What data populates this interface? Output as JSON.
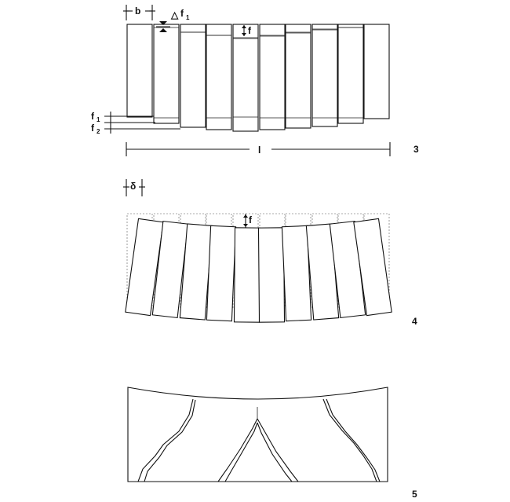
{
  "figure3": {
    "label_b": "b",
    "label_delta_f1_sym": "△",
    "label_delta_f1_main": "f",
    "label_delta_f1_sub": "1",
    "label_f": "f",
    "label_f1_main": "f",
    "label_f1_sub": "1",
    "label_f2_main": "f",
    "label_f2_sub": "2",
    "label_l": "l",
    "number": "3"
  },
  "figure4": {
    "label_delta": "δ",
    "label_f": "f",
    "number": "4"
  },
  "figure5": {
    "number": "5"
  }
}
